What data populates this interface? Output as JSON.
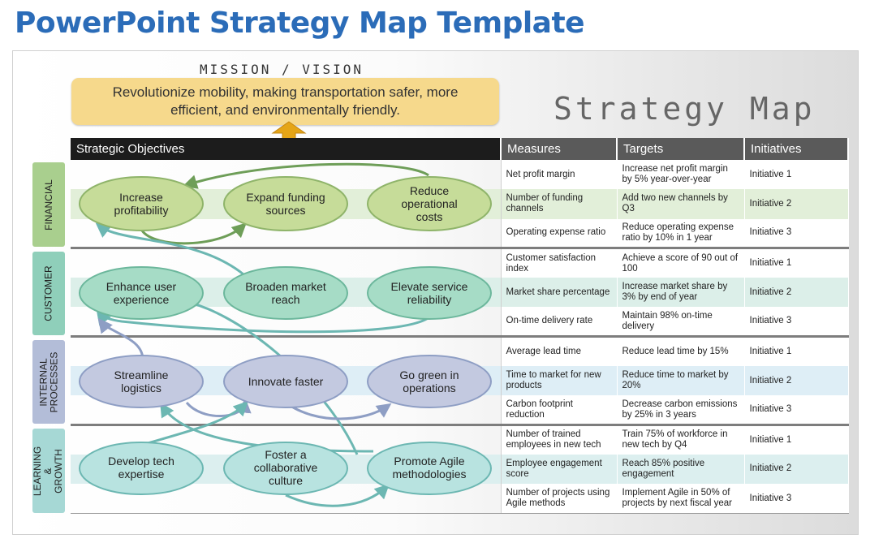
{
  "header": {
    "title": "PowerPoint Strategy Map Template"
  },
  "slide": {
    "mission_label": "MISSION / VISION",
    "mission_text": "Revolutionize mobility, making transportation safer, more efficient, and environmentally friendly.",
    "map_title": "Strategy Map"
  },
  "table": {
    "headers": [
      "Strategic Objectives",
      "Measures",
      "Targets",
      "Initiatives"
    ],
    "rows": [
      [
        "Net profit margin",
        "Increase net profit margin by 5% year-over-year",
        "Initiative 1"
      ],
      [
        "Number of funding channels",
        "Add two new channels by Q3",
        "Initiative 2"
      ],
      [
        "Operating expense ratio",
        "Reduce operating expense ratio by 10% in 1 year",
        "Initiative 3"
      ],
      [
        "Customer satisfaction index",
        "Achieve a score of 90 out of 100",
        "Initiative 1"
      ],
      [
        "Market share percentage",
        "Increase market share by 3% by end of year",
        "Initiative 2"
      ],
      [
        "On-time delivery rate",
        "Maintain 98% on-time delivery",
        "Initiative 3"
      ],
      [
        "Average lead time",
        "Reduce lead time by 15%",
        "Initiative 1"
      ],
      [
        "Time to market for new products",
        "Reduce time to market by 20%",
        "Initiative 2"
      ],
      [
        "Carbon footprint reduction",
        "Decrease carbon emissions by 25% in 3 years",
        "Initiative 3"
      ],
      [
        "Number of trained employees in new tech",
        "Train 75% of workforce in new tech by Q4",
        "Initiative 1"
      ],
      [
        "Employee engagement score",
        "Reach 85% positive engagement",
        "Initiative 2"
      ],
      [
        "Number of projects using Agile methods",
        "Implement Agile in 50% of projects by next fiscal year",
        "Initiative 3"
      ]
    ]
  },
  "perspectives": [
    {
      "label": "FINANCIAL",
      "color": "#a9cf8e"
    },
    {
      "label": "CUSTOMER",
      "color": "#8fcfba"
    },
    {
      "label": "INTERNAL PROCESSES",
      "color": "#b3bdd8"
    },
    {
      "label": "LEARNING & GROWTH",
      "color": "#a6d8d5"
    }
  ],
  "objectives": {
    "financial": [
      "Increase profitability",
      "Expand funding sources",
      "Reduce operational costs"
    ],
    "customer": [
      "Enhance user experience",
      "Broaden market reach",
      "Elevate service reliability"
    ],
    "internal": [
      "Streamline logistics",
      "Innovate faster",
      "Go green in operations"
    ],
    "learning": [
      "Develop tech expertise",
      "Foster a collaborative culture",
      "Promote Agile methodologies"
    ]
  },
  "colors": {
    "financial_fill": "#c6dc99",
    "customer_fill": "#a6dcc6",
    "internal_fill": "#c3c9e0",
    "learning_fill": "#b8e3e0",
    "arrow_green": "#6e9e58",
    "arrow_teal": "#6cb7b2",
    "arrow_blue": "#8e9ec4",
    "mission_fill": "#f6d98c",
    "up_arrow": "#e5a517"
  }
}
